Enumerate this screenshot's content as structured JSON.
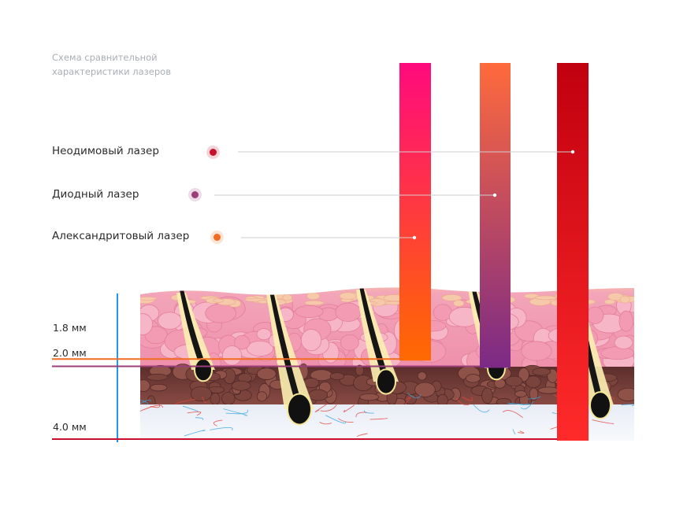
{
  "caption": "Схема сравнительной характеристики лазеров",
  "lasers": [
    {
      "name": "Неодимовый лазер",
      "color": "#c8102e",
      "depth_mm": 4.0,
      "depth_label": "4.0 мм"
    },
    {
      "name": "Диодный лазер",
      "color": "#9b3f7a",
      "depth_mm": 2.0,
      "depth_label": "2.0 мм"
    },
    {
      "name": "Александритовый лазер",
      "color": "#f36c21",
      "depth_mm": 1.8,
      "depth_label": "1.8 мм"
    }
  ],
  "colors": {
    "scale_line": "#2196f3",
    "alexandrite_beam_top": "#ff0a7d",
    "alexandrite_beam_bottom": "#ff6a00",
    "diode_beam_top": "#ff6a3c",
    "diode_beam_bottom": "#7b2a86",
    "nd_beam_top": "#c1000f",
    "nd_beam_bottom": "#ff2a2a",
    "epidermis": "#f3a5b9",
    "dermis": "#6b3a35",
    "hypodermis": "#dfe9f3"
  }
}
